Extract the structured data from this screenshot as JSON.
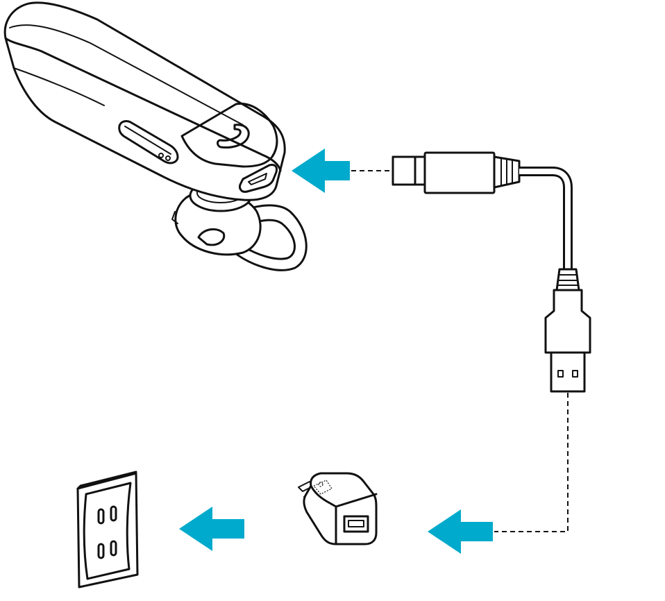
{
  "colors": {
    "arrow": "#00aacc",
    "line": "#111111",
    "background": "#ffffff"
  },
  "icons": {
    "headset": "bluetooth-headset-icon",
    "cable": "micro-usb-cable-icon",
    "adapter": "usb-power-adapter-icon",
    "outlet": "wall-outlet-icon",
    "arrow": "arrow-left-icon"
  },
  "steps": [
    "connect-cable-to-headset",
    "connect-cable-to-adapter",
    "plug-adapter-into-outlet"
  ]
}
